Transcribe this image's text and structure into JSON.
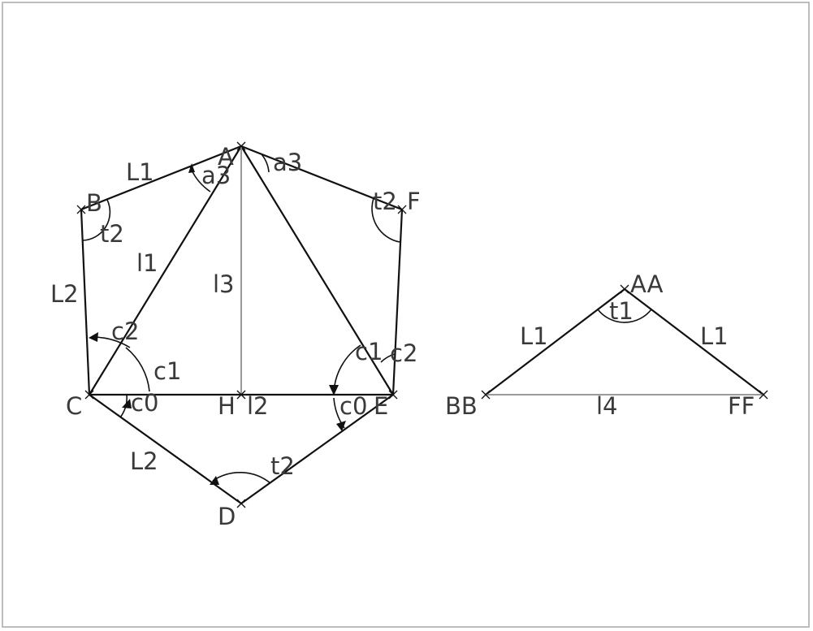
{
  "labels": {
    "A": "A",
    "B": "B",
    "C": "C",
    "D": "D",
    "E": "E",
    "F": "F",
    "H": "H",
    "AA": "AA",
    "BB": "BB",
    "FF": "FF"
  },
  "edge_labels": {
    "L1_left": "L1",
    "L2_left": "L2",
    "L2_bottom": "L2",
    "l1": "l1",
    "l2": "l2",
    "l3": "l3",
    "L1_AA_BB": "L1",
    "L1_AA_FF": "L1",
    "l4": "l4"
  },
  "angle_labels": {
    "a3_left": "a3",
    "a3_right": "a3",
    "t2_B": "t2",
    "t2_F": "t2",
    "t2_D": "t2",
    "c0_C": "c0",
    "c1_C": "c1",
    "c2_C": "c2",
    "c0_E": "c0",
    "c1_E": "c1",
    "c2_E": "c2",
    "t1_AA": "t1"
  }
}
